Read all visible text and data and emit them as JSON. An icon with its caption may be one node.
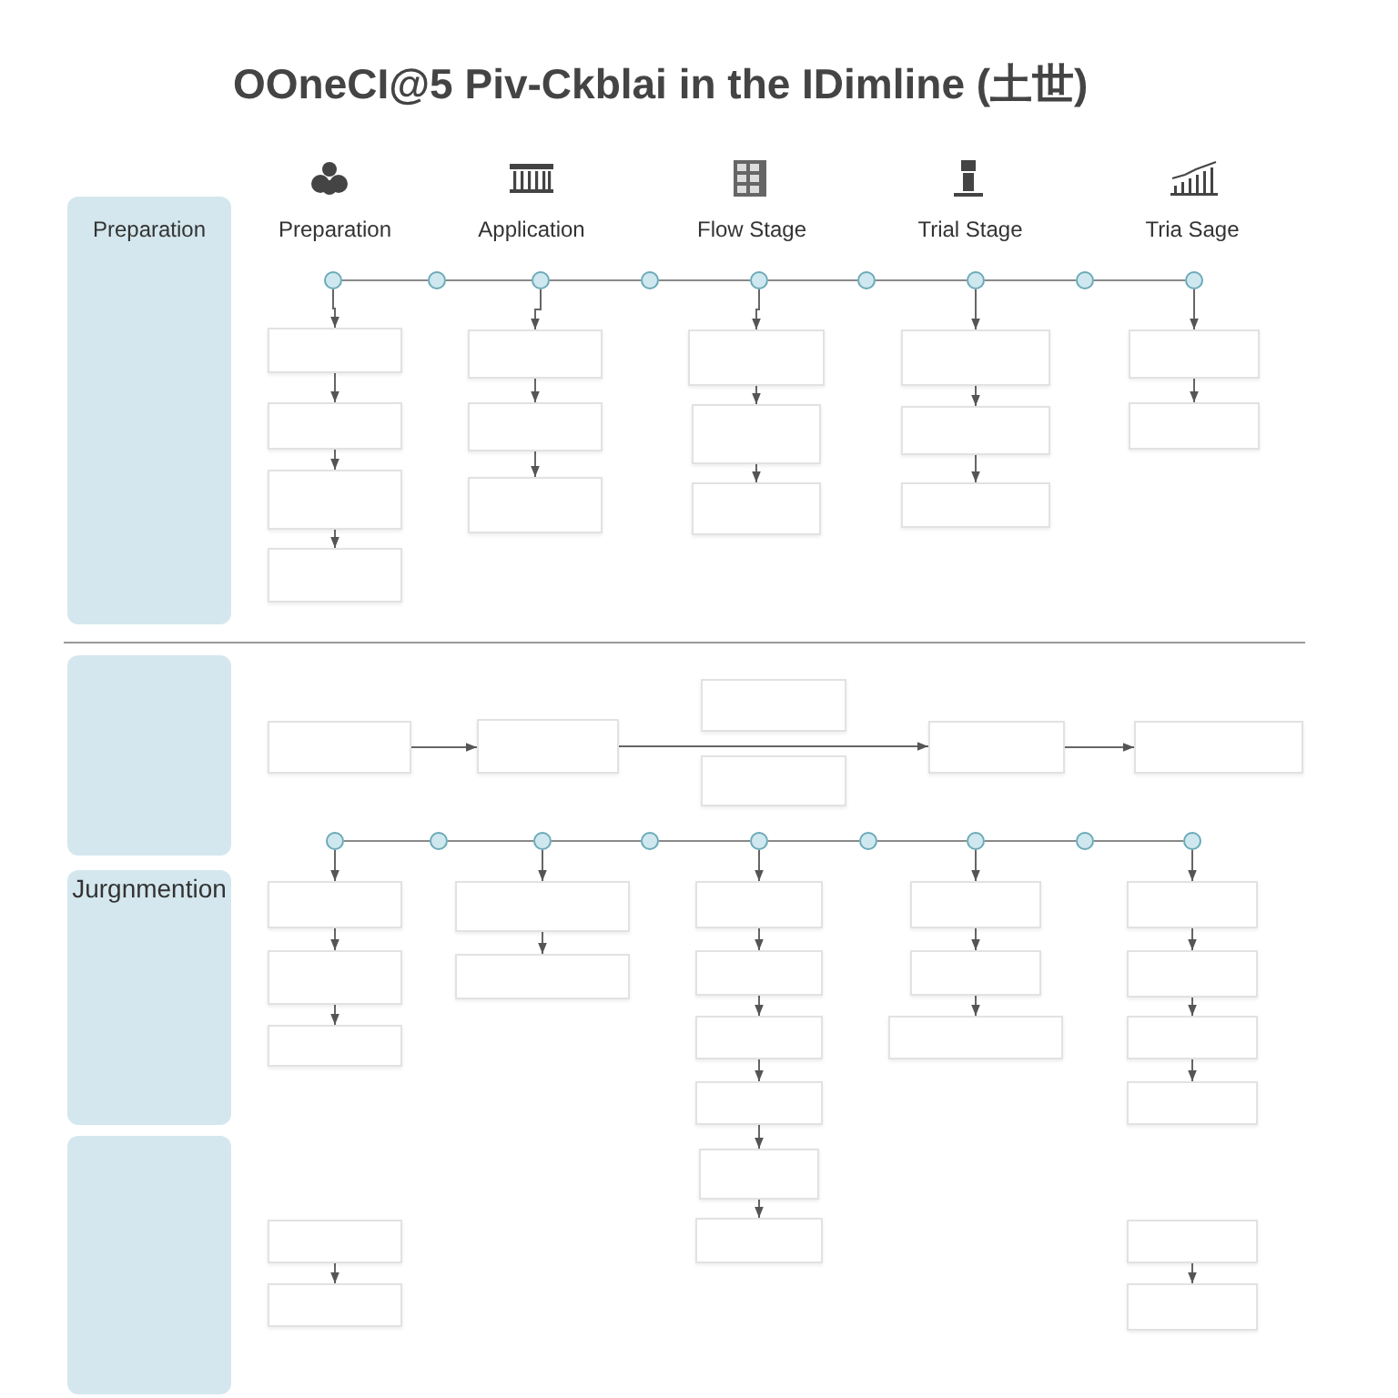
{
  "diagram": {
    "title": "OOneCI@5 Piv-Ckblai in the IDimline (土世)",
    "nodes": [
      {
        "text": [
          "Preparation"
        ]
      },
      {
        "text": [],
        "shape": "circle"
      },
      {
        "text": [],
        "shape": "circle"
      },
      {
        "text": [],
        "shape": "circle"
      },
      {
        "text": [],
        "shape": "circle"
      },
      {
        "text": [],
        "shape": "circle"
      },
      {
        "text": [],
        "shape": "circle"
      },
      {
        "text": [],
        "shape": "circle"
      },
      {
        "text": [],
        "shape": "circle"
      },
      {
        "text": [],
        "shape": "circle"
      },
      {
        "text": [],
        "shape": "box"
      },
      {
        "text": [],
        "shape": "box"
      },
      {
        "text": [],
        "shape": "box"
      },
      {
        "text": [],
        "shape": "box"
      },
      {
        "text": [],
        "shape": "box"
      },
      {
        "text": [],
        "shape": "box"
      },
      {
        "text": [],
        "shape": "box"
      },
      {
        "text": [],
        "shape": "box"
      },
      {
        "text": [],
        "shape": "box"
      },
      {
        "text": [],
        "shape": "box"
      },
      {
        "text": [],
        "shape": "box"
      },
      {
        "text": [],
        "shape": "box"
      },
      {
        "text": [],
        "shape": "box"
      },
      {
        "text": [],
        "shape": "box"
      },
      {
        "text": [],
        "shape": "box"
      },
      {
        "text": [],
        "shape": "box"
      },
      {
        "text": [],
        "shape": "box"
      },
      {
        "text": [],
        "shape": "box"
      },
      {
        "text": [],
        "shape": "box"
      },
      {
        "text": [],
        "shape": "box"
      },
      {
        "text": [],
        "shape": "box"
      },
      {
        "text": [],
        "shape": "box"
      },
      {
        "text": [],
        "shape": "circle"
      },
      {
        "text": [],
        "shape": "circle"
      },
      {
        "text": [],
        "shape": "circle"
      },
      {
        "text": [],
        "shape": "circle"
      },
      {
        "text": [],
        "shape": "circle"
      },
      {
        "text": [],
        "shape": "circle"
      },
      {
        "text": [],
        "shape": "circle"
      },
      {
        "text": [],
        "shape": "circle"
      },
      {
        "text": [],
        "shape": "circle"
      },
      {
        "text": [
          "Jurgnmention"
        ]
      },
      {
        "text": [],
        "shape": "box"
      },
      {
        "text": [],
        "shape": "box"
      },
      {
        "text": [],
        "shape": "box"
      },
      {
        "text": [],
        "shape": "box"
      },
      {
        "text": [],
        "shape": "box"
      },
      {
        "text": [],
        "shape": "box"
      },
      {
        "text": [],
        "shape": "box"
      },
      {
        "text": [],
        "shape": "box"
      },
      {
        "text": [],
        "shape": "box"
      },
      {
        "text": [],
        "shape": "box"
      },
      {
        "text": [],
        "shape": "box"
      },
      {
        "text": [],
        "shape": "box"
      },
      {
        "text": [],
        "shape": "box"
      },
      {
        "text": [],
        "shape": "box"
      },
      {
        "text": [],
        "shape": "box"
      },
      {
        "text": [],
        "shape": "box"
      },
      {
        "text": [],
        "shape": "box"
      },
      {
        "text": [],
        "shape": "box"
      },
      {
        "text": [],
        "shape": "box"
      },
      {
        "text": [],
        "shape": "box"
      },
      {
        "text": [],
        "shape": "box"
      },
      {
        "text": [],
        "shape": "box"
      },
      {
        "text": [],
        "shape": "box"
      }
    ],
    "edges": [
      {
        "from": 1,
        "to": 2,
        "arrow": "none"
      },
      {
        "from": 2,
        "to": 3,
        "arrow": "none"
      },
      {
        "from": 3,
        "to": 4,
        "arrow": "none"
      },
      {
        "from": 4,
        "to": 5,
        "arrow": "none"
      },
      {
        "from": 5,
        "to": 6,
        "arrow": "none"
      },
      {
        "from": 6,
        "to": 7,
        "arrow": "none"
      },
      {
        "from": 7,
        "to": 8,
        "arrow": "none"
      },
      {
        "from": 8,
        "to": 9,
        "arrow": "none"
      },
      {
        "from": 1,
        "to": 10,
        "arrow": "to"
      },
      {
        "from": 10,
        "to": 11,
        "arrow": "to"
      },
      {
        "from": 11,
        "to": 12,
        "arrow": "to"
      },
      {
        "from": 12,
        "to": 13,
        "arrow": "to"
      },
      {
        "from": 3,
        "to": 14,
        "arrow": "to"
      },
      {
        "from": 14,
        "to": 15,
        "arrow": "to"
      },
      {
        "from": 15,
        "to": 16,
        "arrow": "to"
      },
      {
        "from": 5,
        "to": 17,
        "arrow": "to"
      },
      {
        "from": 17,
        "to": 18,
        "arrow": "to"
      },
      {
        "from": 18,
        "to": 19,
        "arrow": "to"
      },
      {
        "from": 7,
        "to": 20,
        "arrow": "to"
      },
      {
        "from": 20,
        "to": 21,
        "arrow": "to"
      },
      {
        "from": 21,
        "to": 22,
        "arrow": "to"
      },
      {
        "from": 9,
        "to": 23,
        "arrow": "to"
      },
      {
        "from": 23,
        "to": 24,
        "arrow": "to"
      },
      {
        "from": 26,
        "to": 27,
        "arrow": "to"
      },
      {
        "from": 27,
        "to": 30,
        "arrow": "to"
      },
      {
        "from": 30,
        "to": 31,
        "arrow": "to"
      },
      {
        "from": 32,
        "to": 33,
        "arrow": "none"
      },
      {
        "from": 33,
        "to": 34,
        "arrow": "none"
      },
      {
        "from": 34,
        "to": 35,
        "arrow": "none"
      },
      {
        "from": 35,
        "to": 36,
        "arrow": "none"
      },
      {
        "from": 36,
        "to": 37,
        "arrow": "none"
      },
      {
        "from": 37,
        "to": 38,
        "arrow": "none"
      },
      {
        "from": 38,
        "to": 39,
        "arrow": "none"
      },
      {
        "from": 39,
        "to": 40,
        "arrow": "none"
      },
      {
        "from": 32,
        "to": 42,
        "arrow": "to"
      },
      {
        "from": 42,
        "to": 43,
        "arrow": "to"
      },
      {
        "from": 43,
        "to": 44,
        "arrow": "to"
      },
      {
        "from": 34,
        "to": 45,
        "arrow": "to"
      },
      {
        "from": 45,
        "to": 46,
        "arrow": "to"
      },
      {
        "from": 36,
        "to": 47,
        "arrow": "to"
      },
      {
        "from": 47,
        "to": 48,
        "arrow": "to"
      },
      {
        "from": 48,
        "to": 49,
        "arrow": "to"
      },
      {
        "from": 49,
        "to": 50,
        "arrow": "to"
      },
      {
        "from": 50,
        "to": 51,
        "arrow": "to"
      },
      {
        "from": 51,
        "to": 52,
        "arrow": "to"
      },
      {
        "from": 38,
        "to": 53,
        "arrow": "to"
      },
      {
        "from": 53,
        "to": 54,
        "arrow": "to"
      },
      {
        "from": 54,
        "to": 55,
        "arrow": "to"
      },
      {
        "from": 40,
        "to": 56,
        "arrow": "to"
      },
      {
        "from": 56,
        "to": 57,
        "arrow": "to"
      },
      {
        "from": 57,
        "to": 58,
        "arrow": "to"
      },
      {
        "from": 58,
        "to": 59,
        "arrow": "to"
      },
      {
        "from": 61,
        "to": 62,
        "arrow": "to"
      },
      {
        "from": 63,
        "to": 64,
        "arrow": "to"
      }
    ],
    "labels": [
      "Preparation",
      "Application",
      "Flow Stage",
      "Trial Stage",
      "Tria Sage"
    ]
  }
}
